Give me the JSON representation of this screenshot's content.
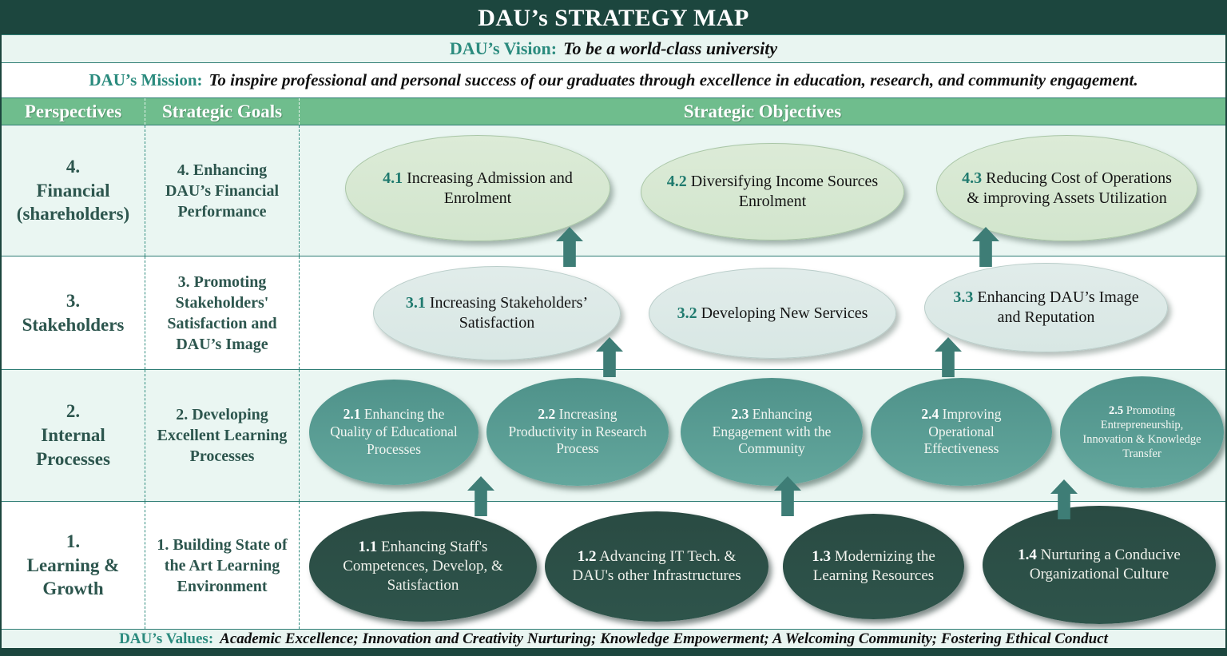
{
  "title": "DAU’s STRATEGY MAP",
  "vision": {
    "label": "DAU’s Vision:",
    "text": "To be a world-class university"
  },
  "mission": {
    "label": "DAU’s Mission:",
    "text": "To inspire professional and personal success of our graduates through excellence in education, research, and community engagement."
  },
  "columns": {
    "perspectives": "Perspectives",
    "goals": "Strategic Goals",
    "objectives": "Strategic Objectives"
  },
  "rows": [
    {
      "perspective_num": "4.",
      "perspective_name": "Financial (shareholders)",
      "goal": "4. Enhancing DAU’s Financial Performance",
      "objectives": [
        {
          "num": "4.1",
          "text": "Increasing Admission and Enrolment"
        },
        {
          "num": "4.2",
          "text": "Diversifying Income Sources Enrolment"
        },
        {
          "num": "4.3",
          "text": "Reducing Cost of Operations & improving Assets Utilization"
        }
      ]
    },
    {
      "perspective_num": "3.",
      "perspective_name": "Stakeholders",
      "goal": "3. Promoting Stakeholders' Satisfaction and DAU’s Image",
      "objectives": [
        {
          "num": "3.1",
          "text": "Increasing Stakeholders’ Satisfaction"
        },
        {
          "num": "3.2",
          "text": "Developing New Services"
        },
        {
          "num": "3.3",
          "text": "Enhancing DAU’s Image and Reputation"
        }
      ]
    },
    {
      "perspective_num": "2.",
      "perspective_name": "Internal Processes",
      "goal": "2. Developing Excellent Learning Processes",
      "objectives": [
        {
          "num": "2.1",
          "text": "Enhancing the Quality of Educational Processes"
        },
        {
          "num": "2.2",
          "text": "Increasing Productivity in Research Process"
        },
        {
          "num": "2.3",
          "text": "Enhancing Engagement with the Community"
        },
        {
          "num": "2.4",
          "text": "Improving Operational Effectiveness"
        },
        {
          "num": "2.5",
          "text": "Promoting Entrepreneurship, Innovation & Knowledge Transfer"
        }
      ]
    },
    {
      "perspective_num": "1.",
      "perspective_name": "Learning & Growth",
      "goal": "1. Building State of the Art Learning Environment",
      "objectives": [
        {
          "num": "1.1",
          "text": "Enhancing Staff's Competences, Develop, & Satisfaction"
        },
        {
          "num": "1.2",
          "text": "Advancing IT Tech. & DAU's other Infrastructures"
        },
        {
          "num": "1.3",
          "text": "Modernizing the Learning Resources"
        },
        {
          "num": "1.4",
          "text": "Nurturing a Conducive Organizational Culture"
        }
      ]
    }
  ],
  "values": {
    "label": "DAU’s Values:",
    "text": "Academic Excellence; Innovation and Creativity Nurturing; Knowledge Empowerment; A Welcoming Community; Fostering Ethical Conduct"
  },
  "colors": {
    "dark_green": "#1c463e",
    "header_green": "#6fbd8d",
    "band_tint": "#eaf6f2",
    "teal_accent": "#2b8b7e",
    "arrow_teal": "#3e7d76",
    "light_green_node": "#d7e8d3",
    "pale_teal_node": "#dde9e7",
    "mid_teal_node": "#569a91",
    "dark_node": "#2a4b43"
  }
}
